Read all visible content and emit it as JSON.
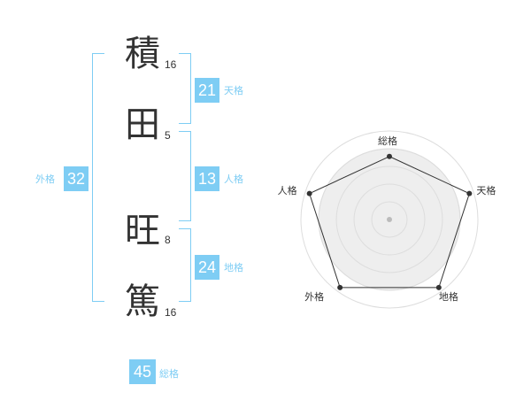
{
  "name": {
    "chars": [
      {
        "char": "積",
        "strokes": "16"
      },
      {
        "char": "田",
        "strokes": "5"
      },
      {
        "char": "旺",
        "strokes": "8"
      },
      {
        "char": "篤",
        "strokes": "16"
      }
    ]
  },
  "scores": {
    "tenkaku": {
      "value": "21",
      "label": "天格"
    },
    "jinkaku": {
      "value": "13",
      "label": "人格"
    },
    "chikaku": {
      "value": "24",
      "label": "地格"
    },
    "gaikaku": {
      "value": "32",
      "label": "外格"
    },
    "soukaku": {
      "value": "45",
      "label": "総格"
    }
  },
  "colors": {
    "accent": "#7ecdf4",
    "text": "#333333",
    "radar_fill": "#eeeeee",
    "radar_ring": "#dddddd"
  },
  "chart_data": {
    "type": "radar",
    "axes": [
      "総格",
      "天格",
      "地格",
      "外格",
      "人格"
    ],
    "values": [
      0.75,
      1.0,
      1.0,
      1.0,
      1.0
    ],
    "range": [
      0,
      1
    ],
    "rings": 5
  }
}
